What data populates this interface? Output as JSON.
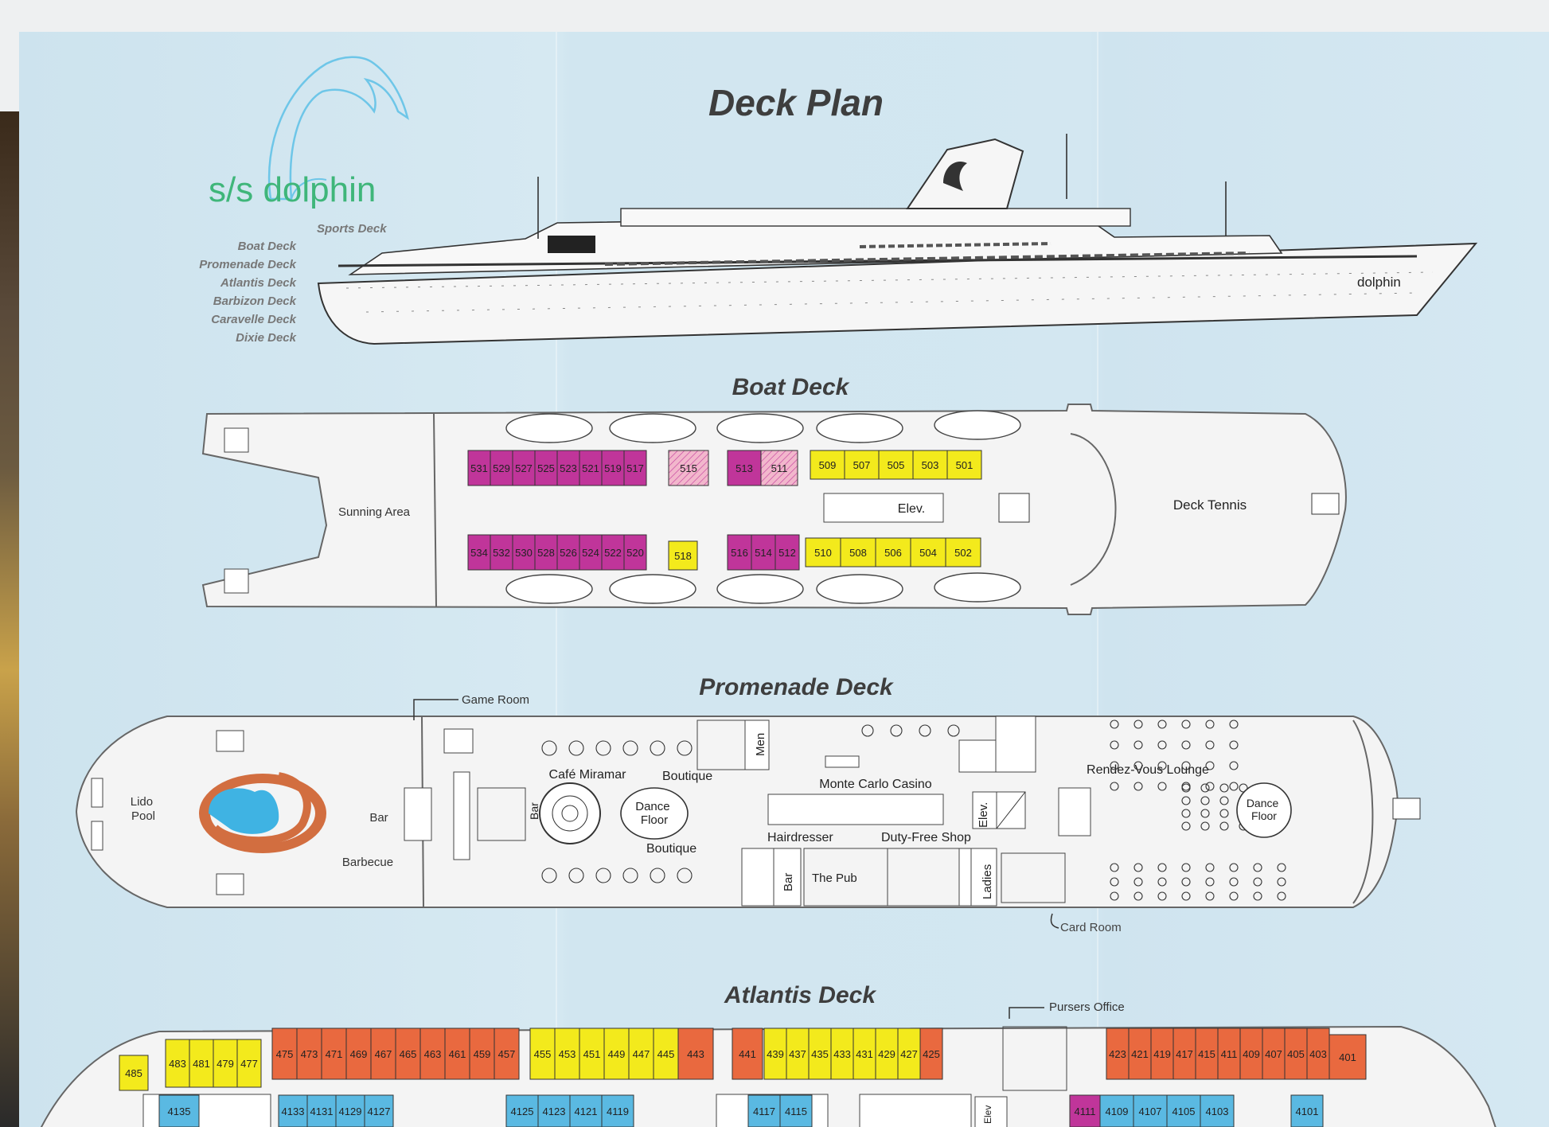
{
  "title": "Deck Plan",
  "logo_text": "s/s dolphin",
  "hull_name": "dolphin",
  "profile_labels": [
    "Sports Deck",
    "Boat Deck",
    "Promenade Deck",
    "Atlantis Deck",
    "Barbizon Deck",
    "Caravelle Deck",
    "Dixie Deck"
  ],
  "colors": {
    "magenta": "#c0359a",
    "yellow": "#f3ea1c",
    "orange": "#e9693f",
    "blue": "#5ab9e2",
    "pink_hatch": "#f2b7cc",
    "pool_orange": "#d26e40",
    "pool_blue": "#3fb3e3"
  },
  "boat_deck": {
    "name": "Boat Deck",
    "sunning_area": "Sunning Area",
    "deck_tennis": "Deck Tennis",
    "elevator": "Elev.",
    "top_magenta": [
      "531",
      "529",
      "527",
      "525",
      "523",
      "521",
      "519",
      "517"
    ],
    "top_hatched": [
      "515"
    ],
    "top_magenta2": [
      "513"
    ],
    "top_hatched2": [
      "511"
    ],
    "top_yellow": [
      "509",
      "507",
      "505",
      "503",
      "501"
    ],
    "bottom_magenta": [
      "534",
      "532",
      "530",
      "528",
      "526",
      "524",
      "522",
      "520"
    ],
    "bottom_yellow_mid": [
      "518"
    ],
    "bottom_magenta2": [
      "516",
      "514",
      "512"
    ],
    "bottom_yellow": [
      "510",
      "508",
      "506",
      "504",
      "502"
    ]
  },
  "promenade_deck": {
    "name": "Promenade Deck",
    "game_room": "Game Room",
    "lido_pool": "Lido\nPool",
    "bar_left": "Bar",
    "barbecue": "Barbecue",
    "cafe": "Café Miramar",
    "bar_vertical": "Bar",
    "dance_floor": "Dance\nFloor",
    "boutique_top": "Boutique",
    "boutique_bottom": "Boutique",
    "men": "Men",
    "casino": "Monte Carlo Casino",
    "hairdresser": "Hairdresser",
    "duty_free": "Duty-Free Shop",
    "the_pub": "The Pub",
    "bar_pub": "Bar",
    "elev": "Elev.",
    "ladies": "Ladies",
    "lounge": "Rendez-Vous Lounge",
    "dance_floor_2": "Dance\nFloor",
    "card_room": "Card Room"
  },
  "atlantis_deck": {
    "name": "Atlantis Deck",
    "pursers_office": "Pursers Office",
    "elev": "Elev",
    "row1_yellow_a": [
      "485"
    ],
    "row1_yellow_b": [
      "483",
      "481",
      "479",
      "477"
    ],
    "row1_orange_a": [
      "475",
      "473",
      "471",
      "469",
      "467",
      "465",
      "463",
      "461",
      "459",
      "457"
    ],
    "row1_yellow_c": [
      "455",
      "453",
      "451",
      "449",
      "447",
      "445"
    ],
    "row1_orange_b": [
      "443"
    ],
    "row1_orange_c": [
      "441"
    ],
    "row1_yellow_d": [
      "439",
      "437",
      "435",
      "433",
      "431",
      "429",
      "427"
    ],
    "row1_orange_d": [
      "425"
    ],
    "row1_orange_e": [
      "423",
      "421",
      "419",
      "417",
      "415",
      "411",
      "409",
      "407",
      "405",
      "403"
    ],
    "row1_orange_f": [
      "401"
    ],
    "row2_blue_a": [
      "4135"
    ],
    "row2_blue_b": [
      "4133",
      "4131",
      "4129",
      "4127"
    ],
    "row2_blue_c": [
      "4125",
      "4123",
      "4121",
      "4119"
    ],
    "row2_blue_d": [
      "4117",
      "4115"
    ],
    "row2_magenta": [
      "4111"
    ],
    "row2_blue_e": [
      "4109",
      "4107",
      "4105",
      "4103"
    ],
    "row2_blue_f": [
      "4101"
    ]
  }
}
